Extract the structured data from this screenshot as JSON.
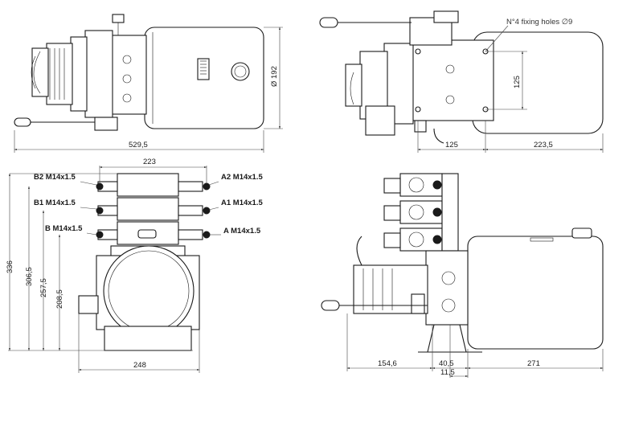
{
  "top_left_view": {
    "dim_length": "529,5",
    "dim_diameter": "Ø 192"
  },
  "top_right_view": {
    "note_fixing_holes": "N°4 fixing holes ∅9",
    "dim_vertical": "125",
    "dim_horizontal_a": "125",
    "dim_horizontal_b": "223,5"
  },
  "front_view": {
    "dim_top": "223",
    "dim_width": "248",
    "heights": [
      "336",
      "306,5",
      "257,5",
      "208,5"
    ],
    "ports_left": [
      "B2 M14x1.5",
      "B1 M14x1.5",
      "B M14x1.5"
    ],
    "ports_right": [
      "A2 M14x1.5",
      "A1 M14x1.5",
      "A M14x1.5"
    ]
  },
  "side_view": {
    "dims": [
      "154,6",
      "40,5",
      "271",
      "11,5"
    ]
  },
  "colors": {
    "line": "#1a1a1a",
    "dimension": "#444444",
    "background": "#ffffff"
  }
}
